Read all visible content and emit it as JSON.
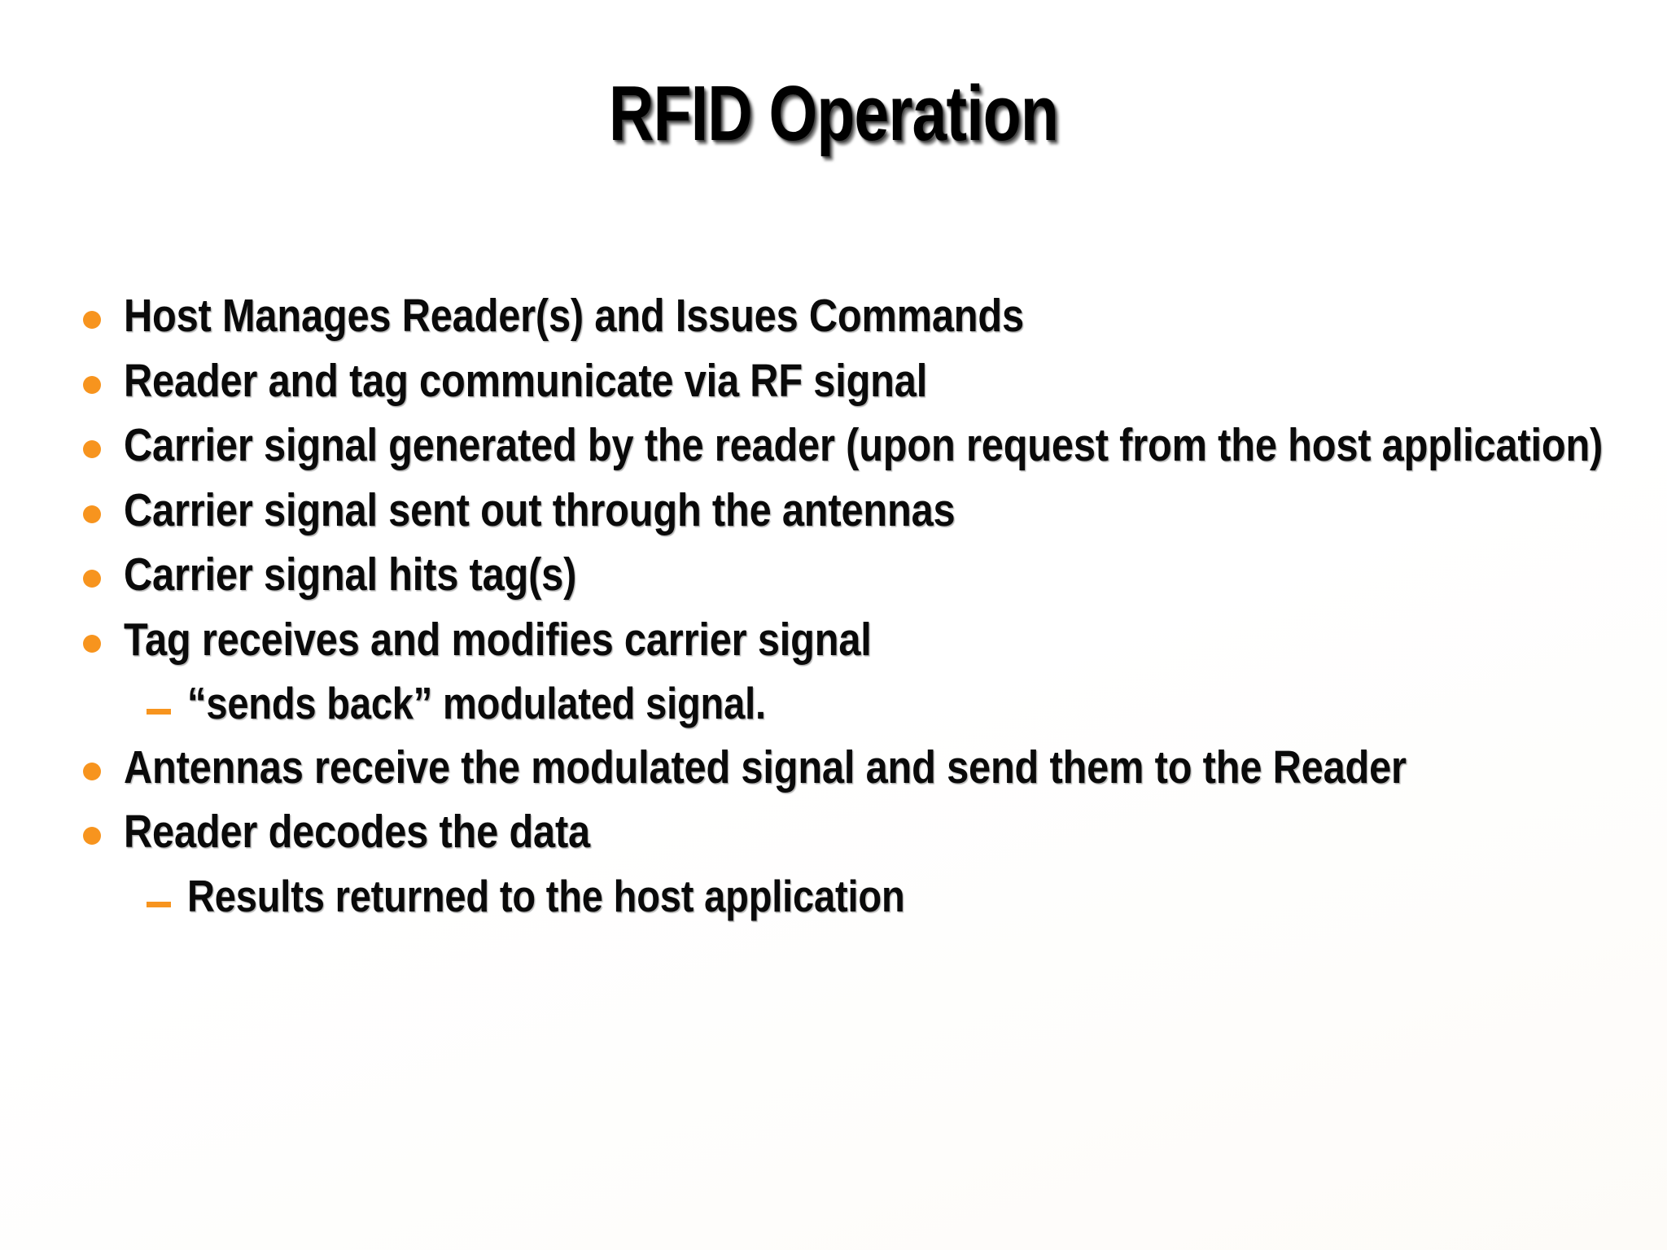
{
  "slide": {
    "title": "RFID Operation",
    "background_color": "#FFFFFF",
    "accent_color": "#F7941E",
    "text_color": "#000000",
    "bullets": [
      {
        "level": 1,
        "marker": "bullet-dot",
        "text": "Host Manages Reader(s) and Issues Commands"
      },
      {
        "level": 1,
        "marker": "bullet-dot",
        "text": "Reader and tag communicate via RF signal"
      },
      {
        "level": 1,
        "marker": "bullet-dot",
        "text": "Carrier signal generated by the reader (upon request from the host application)"
      },
      {
        "level": 1,
        "marker": "bullet-dot",
        "text": "Carrier signal sent out through the antennas"
      },
      {
        "level": 1,
        "marker": "bullet-dot",
        "text": "Carrier signal hits tag(s)"
      },
      {
        "level": 1,
        "marker": "bullet-dot",
        "text": "Tag receives and modifies carrier signal"
      },
      {
        "level": 2,
        "marker": "bullet-dash",
        "text": "“sends back” modulated signal."
      },
      {
        "level": 1,
        "marker": "bullet-dot",
        "text": "Antennas receive the modulated signal and send them to the Reader"
      },
      {
        "level": 1,
        "marker": "bullet-dot",
        "text": "Reader decodes the data"
      },
      {
        "level": 2,
        "marker": "bullet-dash",
        "text": "Results returned to the host application"
      }
    ]
  }
}
